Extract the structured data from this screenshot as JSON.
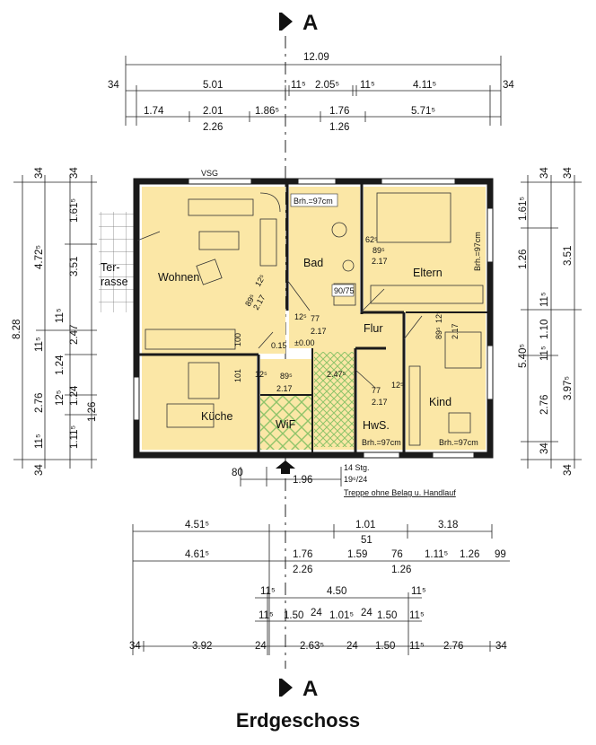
{
  "section_marker": "A",
  "title": "Erdgeschoss",
  "rooms": {
    "wohnen": "Wohnen",
    "kueche": "Küche",
    "bad": "Bad",
    "eltern": "Eltern",
    "flur": "Flur",
    "kind": "Kind",
    "hws": "HwS.",
    "wif": "WiF",
    "terrasse_1": "Ter-",
    "terrasse_2": "rasse"
  },
  "annotations": {
    "vsg": "VSG",
    "brh_bad": "Brh.=97cm",
    "brh_eltern": "Brh.=97cm",
    "brh_hws": "Brh.=97cm",
    "brh_kind": "Brh.=97cm",
    "shower": "90/75",
    "level": "±0.00",
    "level_label": "0.15",
    "stairs_count": "14 Stg.",
    "stairs_ratio": "19⁶/24",
    "stairs_note": "Treppe ohne Belag u. Handlauf"
  },
  "door_labels": {
    "wohnen_a": "89⁵",
    "wohnen_b": "2.17",
    "wohnen_c": "12⁵",
    "bad_a": "62⁵",
    "bad_b": "89⁵",
    "bad_c": "2.17",
    "flur_a": "12⁵",
    "flur_b": "77",
    "flur_c": "2.17",
    "kind_a": "89⁵",
    "kind_b": "12⁵",
    "kind_c": "2.17",
    "kueche_a": "101",
    "kueche_b": "12⁵",
    "kueche_c": "89⁵",
    "kueche_d": "2.17",
    "hws_a": "77",
    "hws_b": "2.17",
    "hws_c": "12⁵",
    "stair_a": "2.47⁵",
    "wall_100": "100"
  },
  "top_dims": {
    "row1": [
      "12.09"
    ],
    "row2": [
      "34",
      "5.01",
      "11⁵",
      "2.05⁵",
      "11⁵",
      "4.11⁵",
      "34"
    ],
    "row3": [
      "1.74",
      "2.01",
      "1.86⁵",
      "1.76",
      "5.71⁵"
    ],
    "row3b": [
      "2.26",
      "1.26"
    ]
  },
  "left_dims": {
    "outer": [
      "34",
      "8.28",
      "34"
    ],
    "col2": [
      "4.72⁵",
      "11⁵",
      "2.76",
      "11⁵"
    ],
    "col3": [
      "34",
      "1.61⁵",
      "3.51",
      "11⁵",
      "2.47",
      "1.24",
      "12⁵",
      "1.24",
      "1.26",
      "1.11⁵"
    ]
  },
  "right_dims": {
    "col1": [
      "34",
      "1.61⁵",
      "1.26",
      "11⁵",
      "1.10",
      "11⁵",
      "2.76",
      "34"
    ],
    "col2": [
      "3.51",
      "3.97⁵"
    ],
    "col3": [
      "5.40⁵",
      "34"
    ]
  },
  "bottom_dims": {
    "near": [
      "80",
      "1.96"
    ],
    "row1": [
      "4.51⁵",
      "1.01",
      "3.18",
      "51"
    ],
    "row2": [
      "4.61⁵",
      "1.76",
      "1.59",
      "76",
      "1.11⁵",
      "1.26",
      "99"
    ],
    "row2b": [
      "2.26",
      "1.26"
    ],
    "row3": [
      "11⁵",
      "4.50",
      "11⁵"
    ],
    "row4": [
      "11⁵",
      "1.50",
      "24",
      "1.01⁵",
      "24",
      "1.50",
      "11⁵"
    ],
    "row5": [
      "34",
      "3.92",
      "24",
      "2.63⁵",
      "24",
      "1.50",
      "11⁵",
      "2.76",
      "34"
    ]
  },
  "colors": {
    "room_fill": "#fbe7a6",
    "wall": "#1a1a1a",
    "wif_hatch": "#8fc46a",
    "terrace_grid": "#555555"
  }
}
